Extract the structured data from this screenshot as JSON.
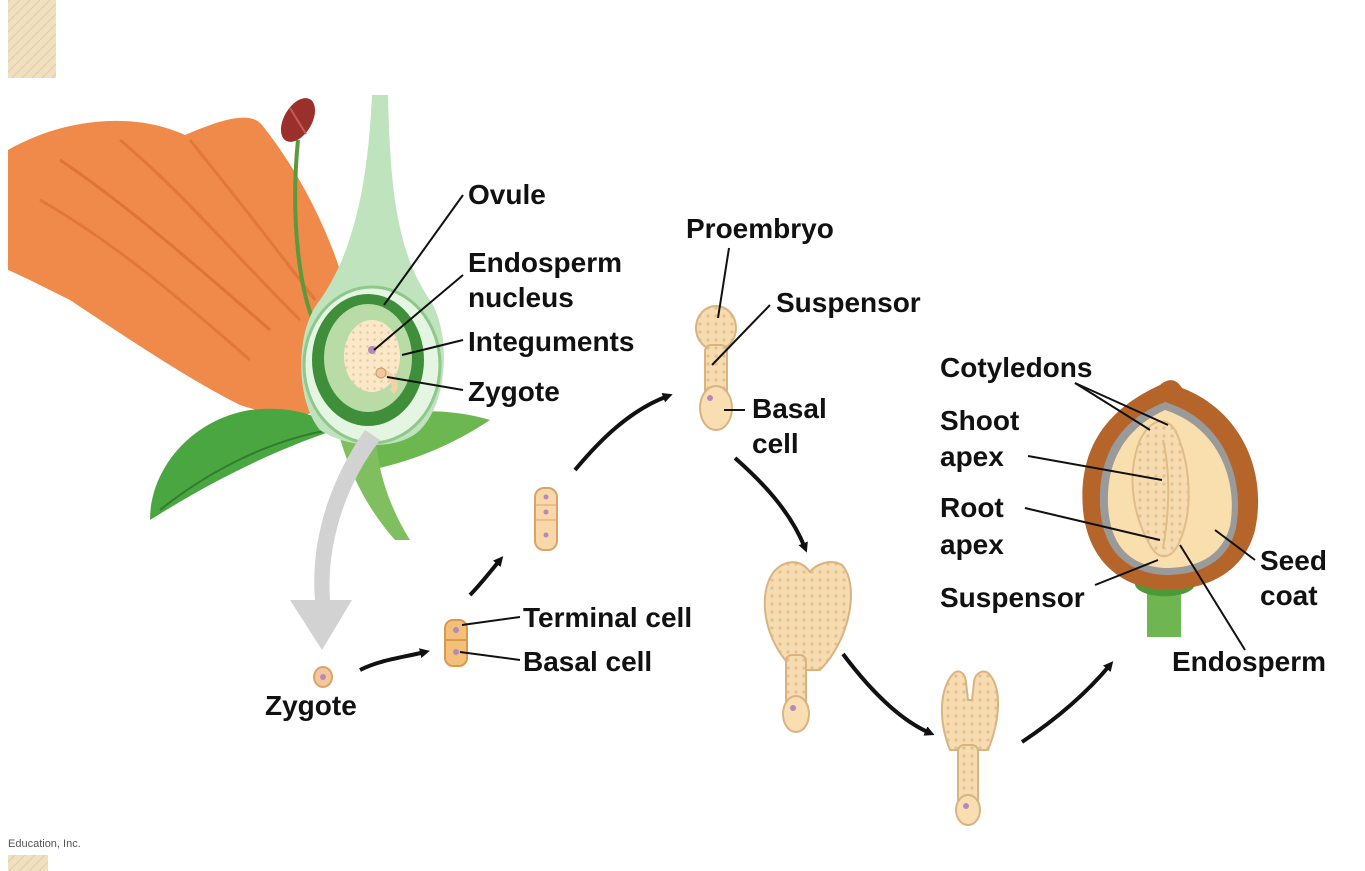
{
  "labels": {
    "ovule": "Ovule",
    "endosperm_nucleus_1": "Endosperm",
    "endosperm_nucleus_2": "nucleus",
    "integuments": "Integuments",
    "zygote_flower": "Zygote",
    "proembryo": "Proembryo",
    "suspensor_proembryo": "Suspensor",
    "basal_cell_proembryo_1": "Basal",
    "basal_cell_proembryo_2": "cell",
    "terminal_cell": "Terminal cell",
    "basal_cell": "Basal cell",
    "zygote": "Zygote",
    "cotyledons": "Cotyledons",
    "shoot_apex_1": "Shoot",
    "shoot_apex_2": "apex",
    "root_apex_1": "Root",
    "root_apex_2": "apex",
    "suspensor_seed": "Suspensor",
    "seed_coat_1": "Seed",
    "seed_coat_2": "coat",
    "endosperm": "Endosperm"
  },
  "credit": "Education, Inc.",
  "colors": {
    "petal": "#f08a4b",
    "ovary_green": "#2f8a3a",
    "cell_fill": "#f8ddb0",
    "seed_coat": "#b5652a",
    "arrow": "#111111"
  }
}
